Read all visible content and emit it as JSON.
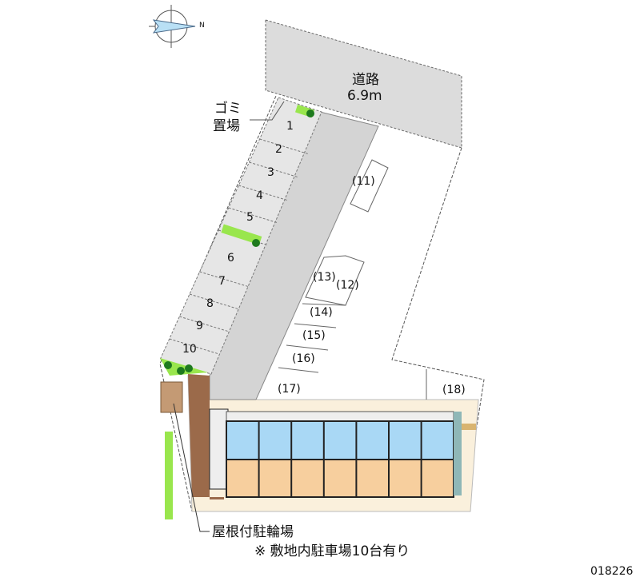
{
  "road": {
    "name": "道路",
    "width": "6.9m"
  },
  "labels": {
    "garbage": "ゴミ\n置場",
    "garbage_line1": "ゴミ",
    "garbage_line2": "置場",
    "bike_parking": "屋根付駐輪場",
    "note": "※ 敷地内駐車場10台有り",
    "code": "018226"
  },
  "compass": {
    "direction": "N"
  },
  "spaces": [
    "1",
    "2",
    "3",
    "4",
    "5",
    "6",
    "7",
    "8",
    "9",
    "10"
  ],
  "extra_spaces": [
    "(11)",
    "(12)",
    "(13)",
    "(14)",
    "(15)",
    "(16)",
    "(17)",
    "(18)"
  ],
  "colors": {
    "road": "#dcdcdc",
    "aisle": "#d4d4d4",
    "green": "#99e64d",
    "tree": "#1e7a1e",
    "blue": "#a9d8f5",
    "orange": "#f7cf9e",
    "ground": "#faf0dc",
    "brick": "#9b6a4a"
  }
}
